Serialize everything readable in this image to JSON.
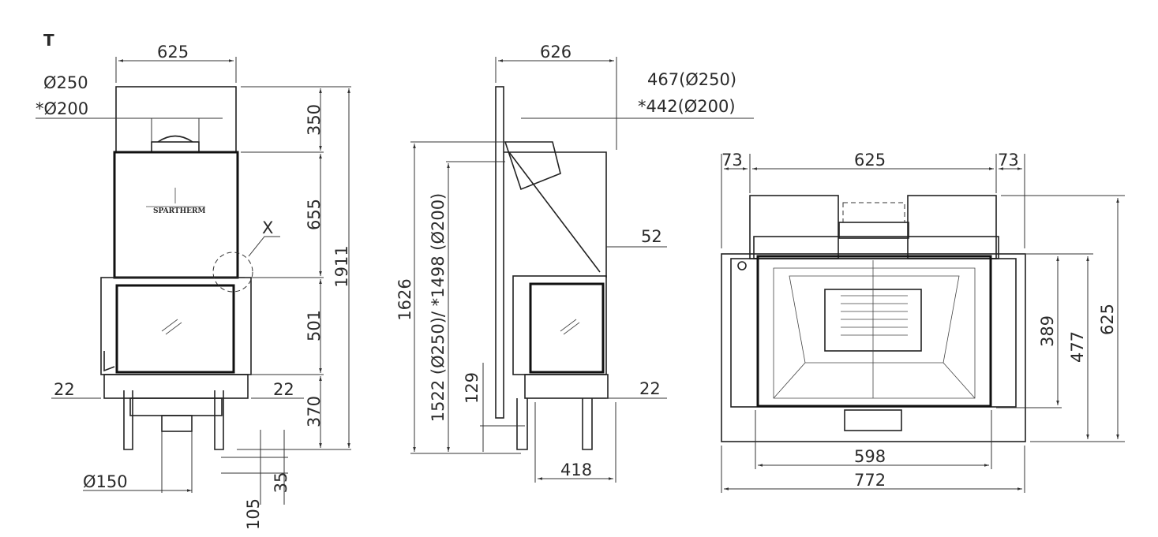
{
  "title": "T",
  "brand_logo": "SPARTHERM",
  "front_view": {
    "width_top": "625",
    "flue_250": "Ø250",
    "flue_200": "*Ø200",
    "h_350": "350",
    "h_655": "655",
    "h_501": "501",
    "h_370": "370",
    "h_total": "1911",
    "detail_x": "X",
    "side_left": "22",
    "side_right": "22",
    "air_inlet": "Ø150",
    "h_35": "35",
    "h_105": "105"
  },
  "side_view": {
    "width_top": "626",
    "offset_250": "467(Ø250)",
    "offset_200": "*442(Ø200)",
    "d_52": "52",
    "d_22": "22",
    "depth_418": "418",
    "h_129": "129",
    "h_1626": "1626",
    "h_flue": "1522 (Ø250)/ *1498 (Ø200)"
  },
  "top_view": {
    "left_73": "73",
    "width_625": "625",
    "right_73": "73",
    "width_598": "598",
    "width_772": "772",
    "depth_389": "389",
    "depth_477": "477",
    "depth_625": "625"
  }
}
